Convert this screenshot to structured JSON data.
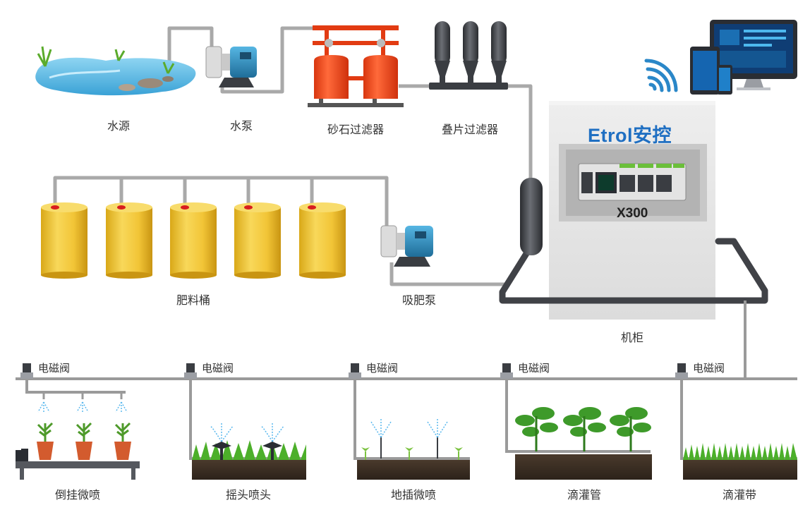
{
  "labels": {
    "water_source": "水源",
    "water_pump": "水泵",
    "sand_filter": "砂石过滤器",
    "disc_filter": "叠片过滤器",
    "fertilizer_tanks": "肥料桶",
    "fert_pump": "吸肥泵",
    "cabinet": "机柜",
    "valve": "电磁阀",
    "zones": [
      "倒挂微喷",
      "摇头喷头",
      "地插微喷",
      "滴灌管",
      "滴灌带"
    ]
  },
  "cabinet": {
    "brand": "Etrol安控",
    "model": "X300"
  },
  "colors": {
    "pipe_light": "#a7a7a7",
    "pipe_dark": "#404247",
    "tank_yellow": "#f3c93a",
    "sand_filter_red": "#f0471f",
    "pump_blue": "#2a87b8",
    "brand_blue": "#1f6fc2",
    "water": "#5fbde6",
    "grass": "#4caf2a"
  }
}
